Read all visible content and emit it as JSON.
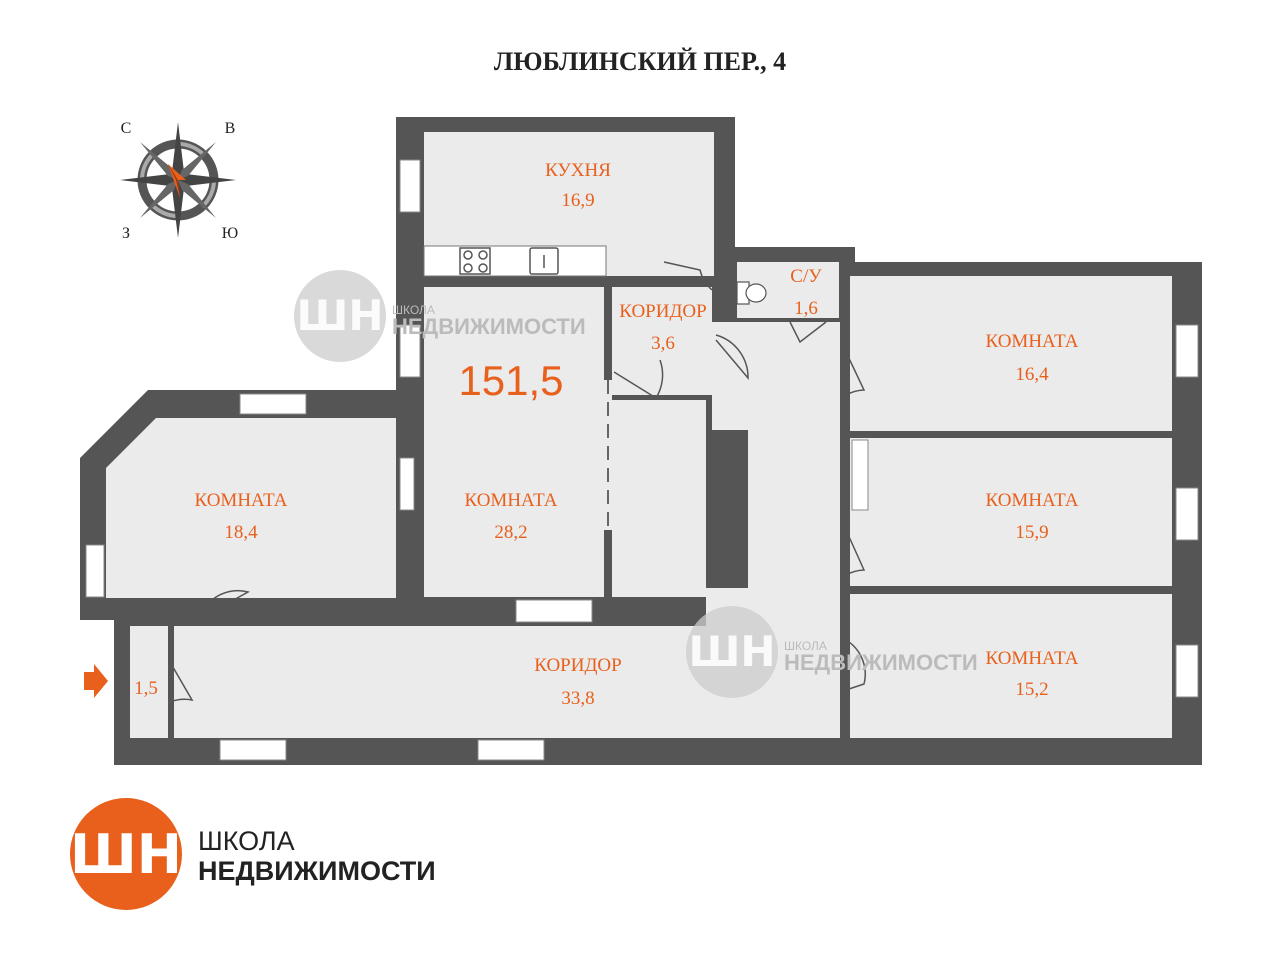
{
  "title": "ЛЮБЛИНСКИЙ ПЕР., 4",
  "total_area": "151,5",
  "compass": {
    "n": "С",
    "e": "В",
    "w": "З",
    "s": "Ю"
  },
  "rooms": {
    "kitchen": {
      "name": "КУХНЯ",
      "area": "16,9"
    },
    "corridor_small": {
      "name": "КОРИДОР",
      "area": "3,6"
    },
    "wc": {
      "name": "С/У",
      "area": "1,6"
    },
    "room_ne": {
      "name": "КОМНАТА",
      "area": "16,4"
    },
    "room_w": {
      "name": "КОМНАТА",
      "area": "18,4"
    },
    "room_center": {
      "name": "КОМНАТА",
      "area": "28,2"
    },
    "room_e_mid": {
      "name": "КОМНАТА",
      "area": "15,9"
    },
    "room_se": {
      "name": "КОМНАТА",
      "area": "15,2"
    },
    "corridor_main": {
      "name": "КОРИДОР",
      "area": "33,8"
    },
    "vestibule": {
      "area": "1,5"
    }
  },
  "logo": {
    "line1": "ШКОЛА",
    "line2": "НЕДВИЖИМОСТИ"
  },
  "watermark": {
    "line1": "ШКОЛА",
    "line2": "НЕДВИЖИМОСТИ"
  },
  "colors": {
    "accent": "#e8601c",
    "wall": "#555555",
    "floor": "#ebebeb"
  },
  "icons": [
    "compass-rose-icon",
    "entrance-arrow-icon",
    "toilet-icon",
    "stove-icon",
    "sink-icon"
  ]
}
